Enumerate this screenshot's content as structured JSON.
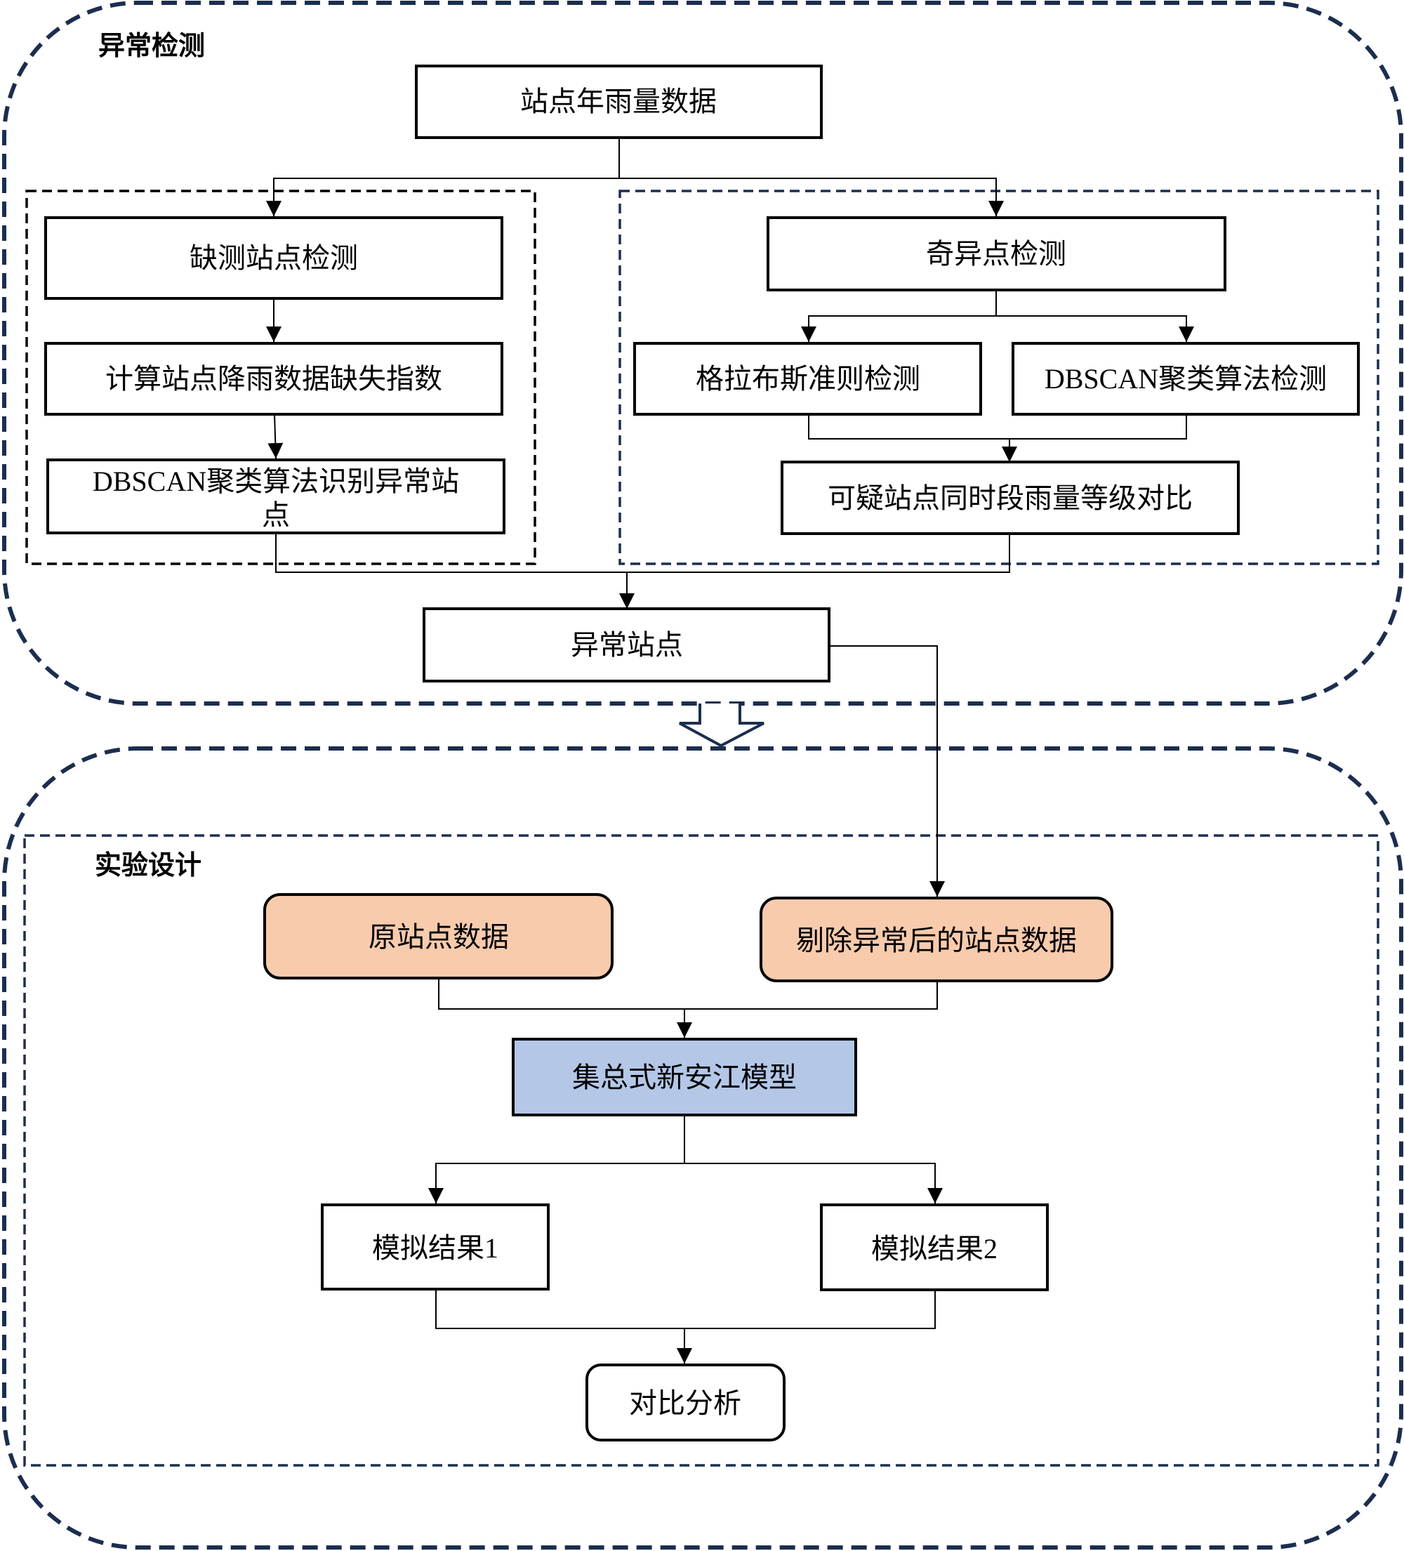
{
  "sections": {
    "anomaly_detection": {
      "title": "异常检测"
    },
    "experiment_design": {
      "title": "实验设计"
    }
  },
  "nodes": {
    "station_annual_rainfall": "站点年雨量数据",
    "missing_station_detection": "缺测站点检测",
    "compute_missing_index": "计算站点降雨数据缺失指数",
    "dbscan_identify_line1": "DBSCAN聚类算法识别异常站",
    "dbscan_identify_line2": "点",
    "outlier_detection": "奇异点检测",
    "grubbs_test": "格拉布斯准则检测",
    "dbscan_detection": "DBSCAN聚类算法检测",
    "suspicious_comparison": "可疑站点同时段雨量等级对比",
    "abnormal_stations": "异常站点",
    "original_station_data": "原站点数据",
    "cleaned_station_data": "剔除异常后的站点数据",
    "xinanjiang_model": "集总式新安江模型",
    "simulation_result_1": "模拟结果1",
    "simulation_result_2": "模拟结果2",
    "comparative_analysis": "对比分析"
  },
  "colors": {
    "frame_dash": "#1b2e4f",
    "data_box_fill": "#f8cbad",
    "model_box_fill": "#b4c7e7"
  }
}
